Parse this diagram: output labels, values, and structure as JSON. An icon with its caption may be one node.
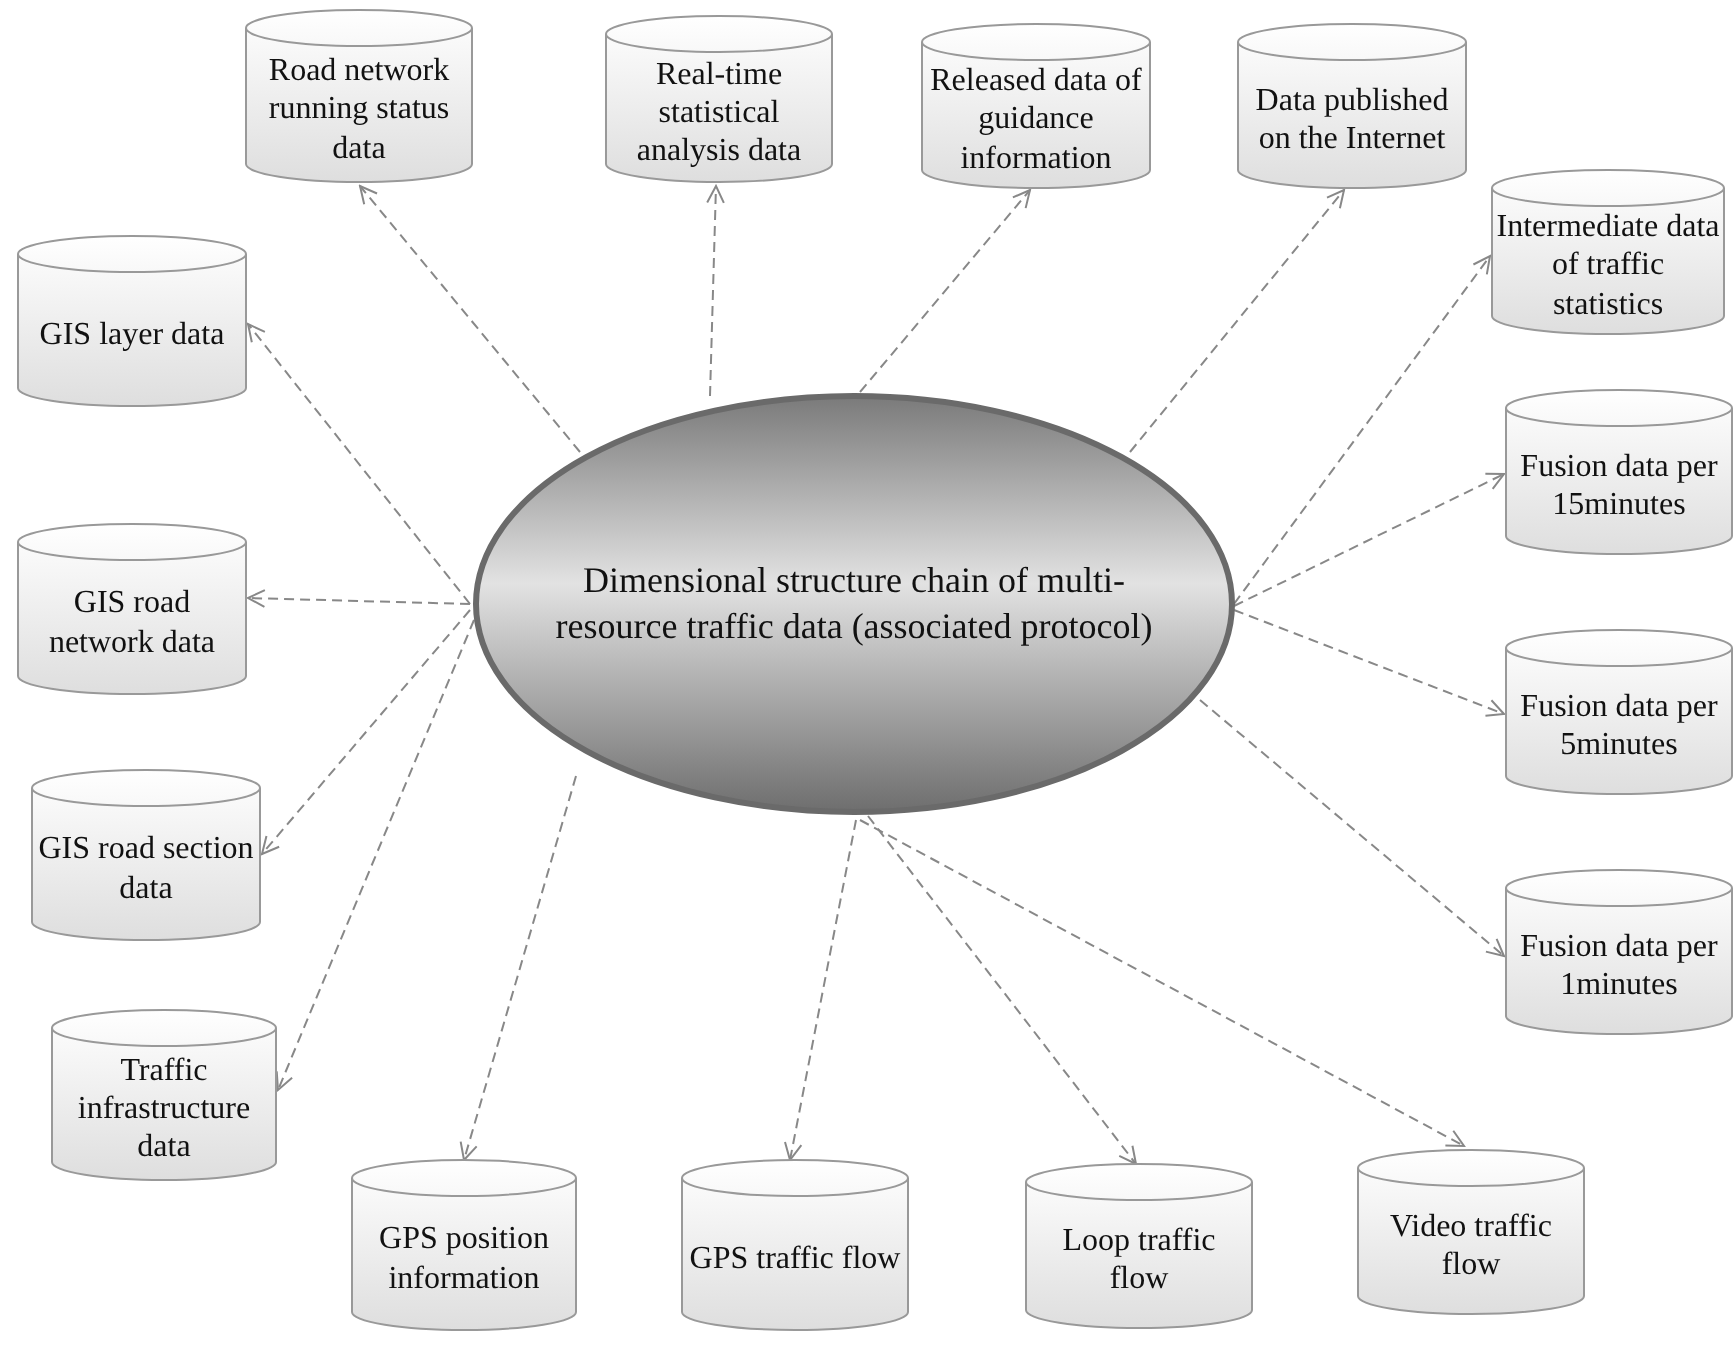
{
  "diagram": {
    "nodes": [
      {
        "text": [
          "Dimensional structure chain of multi-resource traffic data (associated protocol)"
        ]
      },
      {
        "text": [
          "Road network running status data"
        ]
      },
      {
        "text": [
          "Real-time statistical analysis data"
        ]
      },
      {
        "text": [
          "Released data of guidance information"
        ]
      },
      {
        "text": [
          "Data published on the Internet"
        ]
      },
      {
        "text": [
          "GIS layer data"
        ]
      },
      {
        "text": [
          "Intermediate data of traffic statistics"
        ]
      },
      {
        "text": [
          "GIS road network data"
        ]
      },
      {
        "text": [
          "Fusion data per 15minutes"
        ]
      },
      {
        "text": [
          "Fusion data per 5minutes"
        ]
      },
      {
        "text": [
          "GIS road section data"
        ]
      },
      {
        "text": [
          "Fusion data per 1minutes"
        ]
      },
      {
        "text": [
          "Traffic infrastructure data"
        ]
      },
      {
        "text": [
          "Video traffic flow"
        ]
      },
      {
        "text": [
          "GPS position information"
        ]
      },
      {
        "text": [
          "GPS traffic flow"
        ]
      },
      {
        "text": [
          "Loop traffic flow"
        ]
      }
    ],
    "edges": [
      {
        "from": 0,
        "to": 1,
        "arrow": "to",
        "style": "dashed"
      },
      {
        "from": 0,
        "to": 2,
        "arrow": "to",
        "style": "dashed"
      },
      {
        "from": 0,
        "to": 3,
        "arrow": "to",
        "style": "dashed"
      },
      {
        "from": 0,
        "to": 4,
        "arrow": "to",
        "style": "dashed"
      },
      {
        "from": 0,
        "to": 5,
        "arrow": "to",
        "style": "dashed"
      },
      {
        "from": 0,
        "to": 6,
        "arrow": "to",
        "style": "dashed"
      },
      {
        "from": 0,
        "to": 7,
        "arrow": "to",
        "style": "dashed"
      },
      {
        "from": 0,
        "to": 8,
        "arrow": "to",
        "style": "dashed"
      },
      {
        "from": 0,
        "to": 9,
        "arrow": "to",
        "style": "dashed"
      },
      {
        "from": 0,
        "to": 10,
        "arrow": "to",
        "style": "dashed"
      },
      {
        "from": 0,
        "to": 11,
        "arrow": "to",
        "style": "dashed"
      },
      {
        "from": 0,
        "to": 12,
        "arrow": "to",
        "style": "dashed"
      },
      {
        "from": 0,
        "to": 13,
        "arrow": "to",
        "style": "dashed"
      },
      {
        "from": 0,
        "to": 14,
        "arrow": "to",
        "style": "dashed"
      },
      {
        "from": 0,
        "to": 15,
        "arrow": "to",
        "style": "dashed"
      },
      {
        "from": 0,
        "to": 16,
        "arrow": "to",
        "style": "dashed"
      }
    ]
  }
}
